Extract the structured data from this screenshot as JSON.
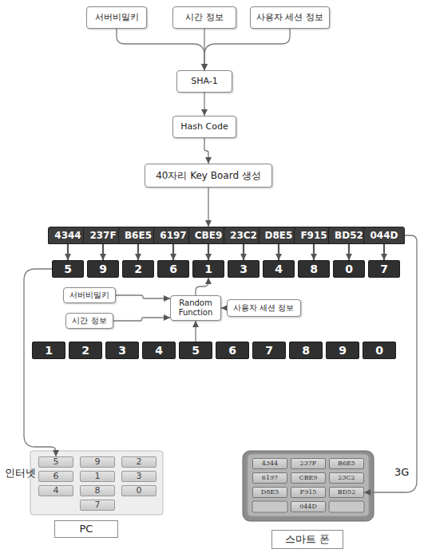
{
  "diagram": {
    "nodes": [
      {
        "text": [
          "서버비밀키"
        ]
      },
      {
        "text": [
          "시간 정보"
        ]
      },
      {
        "text": [
          "사용자 세션 정보"
        ]
      },
      {
        "text": [
          "SHA-1"
        ]
      },
      {
        "text": [
          "Hash Code"
        ]
      },
      {
        "text": [
          "40자리 Key Board 생성"
        ]
      },
      {
        "text": [
          "4344"
        ]
      },
      {
        "text": [
          "237F"
        ]
      },
      {
        "text": [
          "B6E5"
        ]
      },
      {
        "text": [
          "6197"
        ]
      },
      {
        "text": [
          "CBE9"
        ]
      },
      {
        "text": [
          "23C2"
        ]
      },
      {
        "text": [
          "D8E5"
        ]
      },
      {
        "text": [
          "F915"
        ]
      },
      {
        "text": [
          "BD52"
        ]
      },
      {
        "text": [
          "044D"
        ]
      },
      {
        "text": [
          "5"
        ]
      },
      {
        "text": [
          "9"
        ]
      },
      {
        "text": [
          "2"
        ]
      },
      {
        "text": [
          "6"
        ]
      },
      {
        "text": [
          "1"
        ]
      },
      {
        "text": [
          "3"
        ]
      },
      {
        "text": [
          "4"
        ]
      },
      {
        "text": [
          "8"
        ]
      },
      {
        "text": [
          "0"
        ]
      },
      {
        "text": [
          "7"
        ]
      },
      {
        "text": [
          "서버비밀키"
        ]
      },
      {
        "text": [
          "시간 정보"
        ]
      },
      {
        "text": [
          "Random Function"
        ]
      },
      {
        "text": [
          "사용자 세션 정보"
        ]
      },
      {
        "text": [
          "1"
        ]
      },
      {
        "text": [
          "2"
        ]
      },
      {
        "text": [
          "3"
        ]
      },
      {
        "text": [
          "4"
        ]
      },
      {
        "text": [
          "5"
        ]
      },
      {
        "text": [
          "6"
        ]
      },
      {
        "text": [
          "7"
        ]
      },
      {
        "text": [
          "8"
        ]
      },
      {
        "text": [
          "9"
        ]
      },
      {
        "text": [
          "0"
        ]
      },
      {
        "text": [
          "5"
        ]
      },
      {
        "text": [
          "9"
        ]
      },
      {
        "text": [
          "2"
        ]
      },
      {
        "text": [
          "6"
        ]
      },
      {
        "text": [
          "1"
        ]
      },
      {
        "text": [
          "3"
        ]
      },
      {
        "text": [
          "4"
        ]
      },
      {
        "text": [
          "8"
        ]
      },
      {
        "text": [
          "0"
        ]
      },
      {
        "text": [
          "7"
        ]
      },
      {
        "text": [
          "PC"
        ]
      },
      {
        "text": [
          "4344"
        ]
      },
      {
        "text": [
          "237F"
        ]
      },
      {
        "text": [
          "B6E5"
        ]
      },
      {
        "text": [
          "6197"
        ]
      },
      {
        "text": [
          "CBE9"
        ]
      },
      {
        "text": [
          "23C2"
        ]
      },
      {
        "text": [
          "D8E5"
        ]
      },
      {
        "text": [
          "F915"
        ]
      },
      {
        "text": [
          "BD52"
        ]
      },
      {
        "text": [
          "044D"
        ]
      },
      {
        "text": [
          "스마트 폰"
        ]
      }
    ],
    "edges": [
      {
        "from": 0,
        "to": 3,
        "arrow": "to"
      },
      {
        "from": 1,
        "to": 3,
        "arrow": "to"
      },
      {
        "from": 2,
        "to": 3,
        "arrow": "to"
      },
      {
        "from": 3,
        "to": 4,
        "arrow": "to"
      },
      {
        "from": 4,
        "to": 5,
        "arrow": "to"
      },
      {
        "from": 5,
        "to": 10,
        "arrow": "to"
      },
      {
        "from": 6,
        "to": 16,
        "arrow": "to"
      },
      {
        "from": 7,
        "to": 17,
        "arrow": "to"
      },
      {
        "from": 8,
        "to": 18,
        "arrow": "to"
      },
      {
        "from": 9,
        "to": 19,
        "arrow": "to"
      },
      {
        "from": 10,
        "to": 20,
        "arrow": "to"
      },
      {
        "from": 11,
        "to": 21,
        "arrow": "to"
      },
      {
        "from": 12,
        "to": 22,
        "arrow": "to"
      },
      {
        "from": 13,
        "to": 23,
        "arrow": "to"
      },
      {
        "from": 14,
        "to": 24,
        "arrow": "to"
      },
      {
        "from": 15,
        "to": 25,
        "arrow": "to"
      },
      {
        "from": 26,
        "to": 28,
        "arrow": "to"
      },
      {
        "from": 27,
        "to": 28,
        "arrow": "to"
      },
      {
        "from": 29,
        "to": 28,
        "arrow": "to"
      },
      {
        "from": 34,
        "to": 28,
        "arrow": "to"
      },
      {
        "from": 28,
        "to": 20,
        "arrow": "to"
      },
      {
        "from": 16,
        "to": 40,
        "arrow": "to"
      },
      {
        "from": 15,
        "to": 59,
        "arrow": "to"
      }
    ],
    "labels": [
      "인터넷",
      "3G"
    ]
  }
}
